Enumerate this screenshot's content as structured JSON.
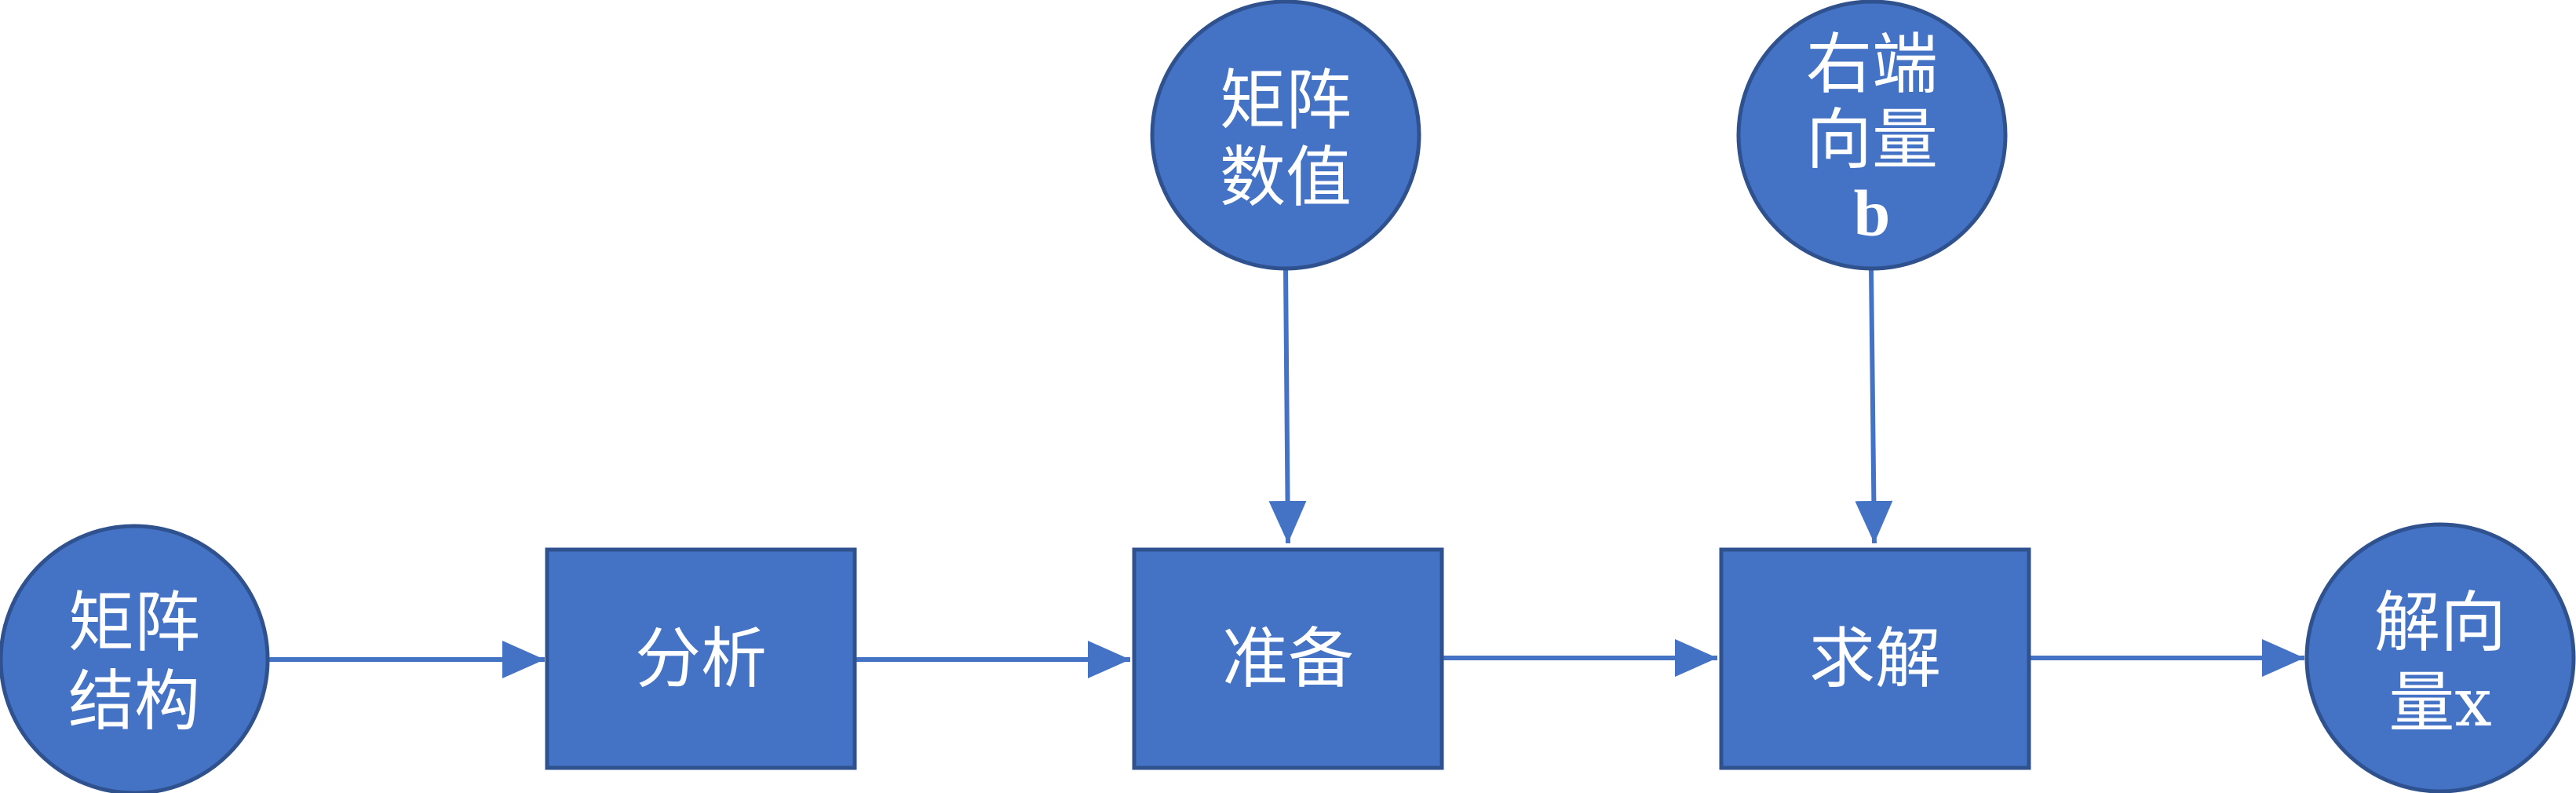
{
  "colors": {
    "fill": "#4472C4",
    "stroke": "#2F528F",
    "text": "#ffffff",
    "edge": "#4472C4"
  },
  "nodes": {
    "matrix_structure": {
      "shape": "circle",
      "lines": [
        "矩阵",
        "结构"
      ]
    },
    "analyze": {
      "shape": "rect",
      "lines": [
        "分析"
      ]
    },
    "prepare": {
      "shape": "rect",
      "lines": [
        "准备"
      ]
    },
    "solve": {
      "shape": "rect",
      "lines": [
        "求解"
      ]
    },
    "solution_vector": {
      "shape": "circle",
      "lines": [
        "解向",
        "量x"
      ]
    },
    "matrix_values": {
      "shape": "circle",
      "lines": [
        "矩阵",
        "数值"
      ]
    },
    "rhs_vector": {
      "shape": "circle",
      "lines": [
        "右端",
        "向量",
        "b"
      ]
    }
  },
  "edges": [
    {
      "from": "matrix_structure",
      "to": "analyze"
    },
    {
      "from": "analyze",
      "to": "prepare"
    },
    {
      "from": "prepare",
      "to": "solve"
    },
    {
      "from": "solve",
      "to": "solution_vector"
    },
    {
      "from": "matrix_values",
      "to": "prepare"
    },
    {
      "from": "rhs_vector",
      "to": "solve"
    }
  ]
}
